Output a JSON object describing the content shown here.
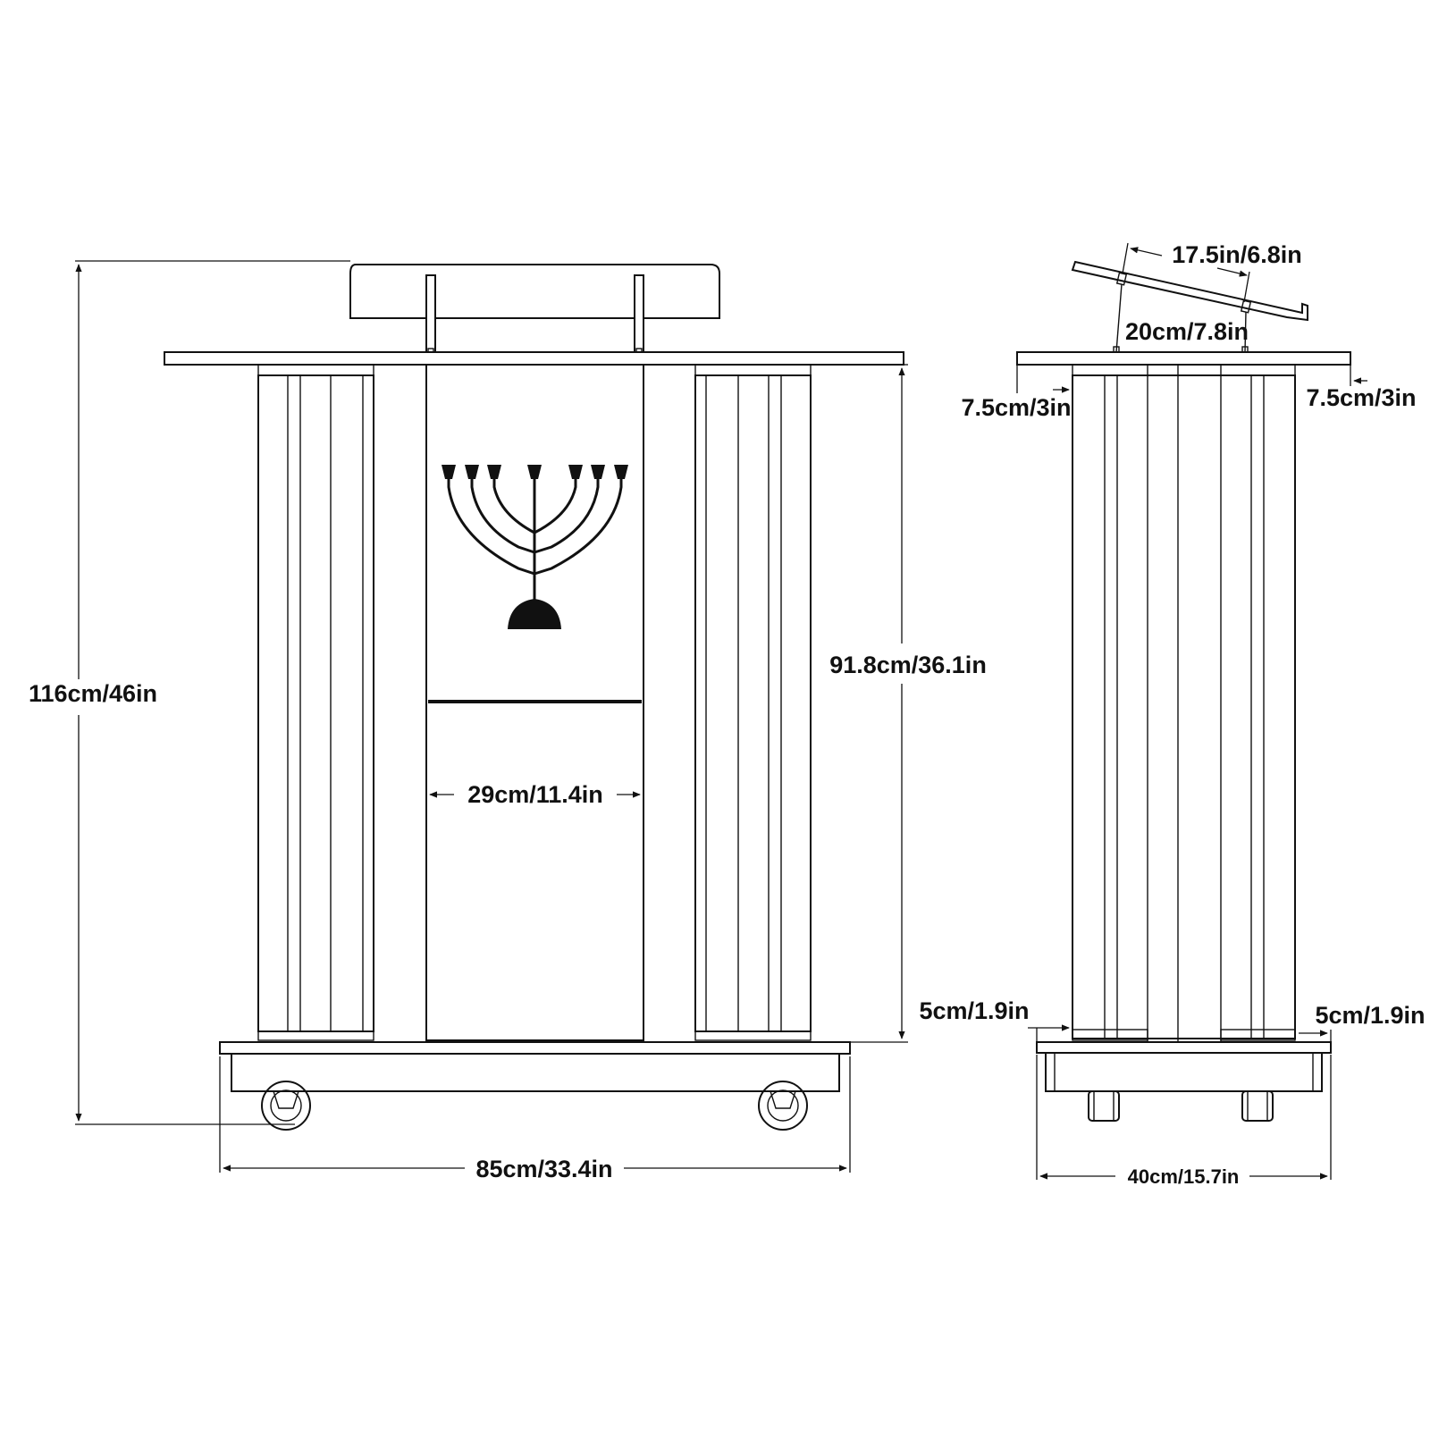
{
  "front_view": {
    "height_total": "116cm/46in",
    "body_height": "91.8cm/36.1in",
    "center_panel_width": "29cm/11.4in",
    "base_width": "85cm/33.4in"
  },
  "side_view": {
    "book_rest_length": "17.5in/6.8in",
    "book_rest_height": "20cm/7.8in",
    "top_overhang_left": "7.5cm/3in",
    "top_overhang_right": "7.5cm/3in",
    "base_overhang_left": "5cm/1.9in",
    "base_overhang_right": "5cm/1.9in",
    "base_depth": "40cm/15.7in"
  },
  "colors": {
    "line": "#111111",
    "background": "#ffffff"
  },
  "icons": {
    "emblem": "menorah-icon"
  }
}
